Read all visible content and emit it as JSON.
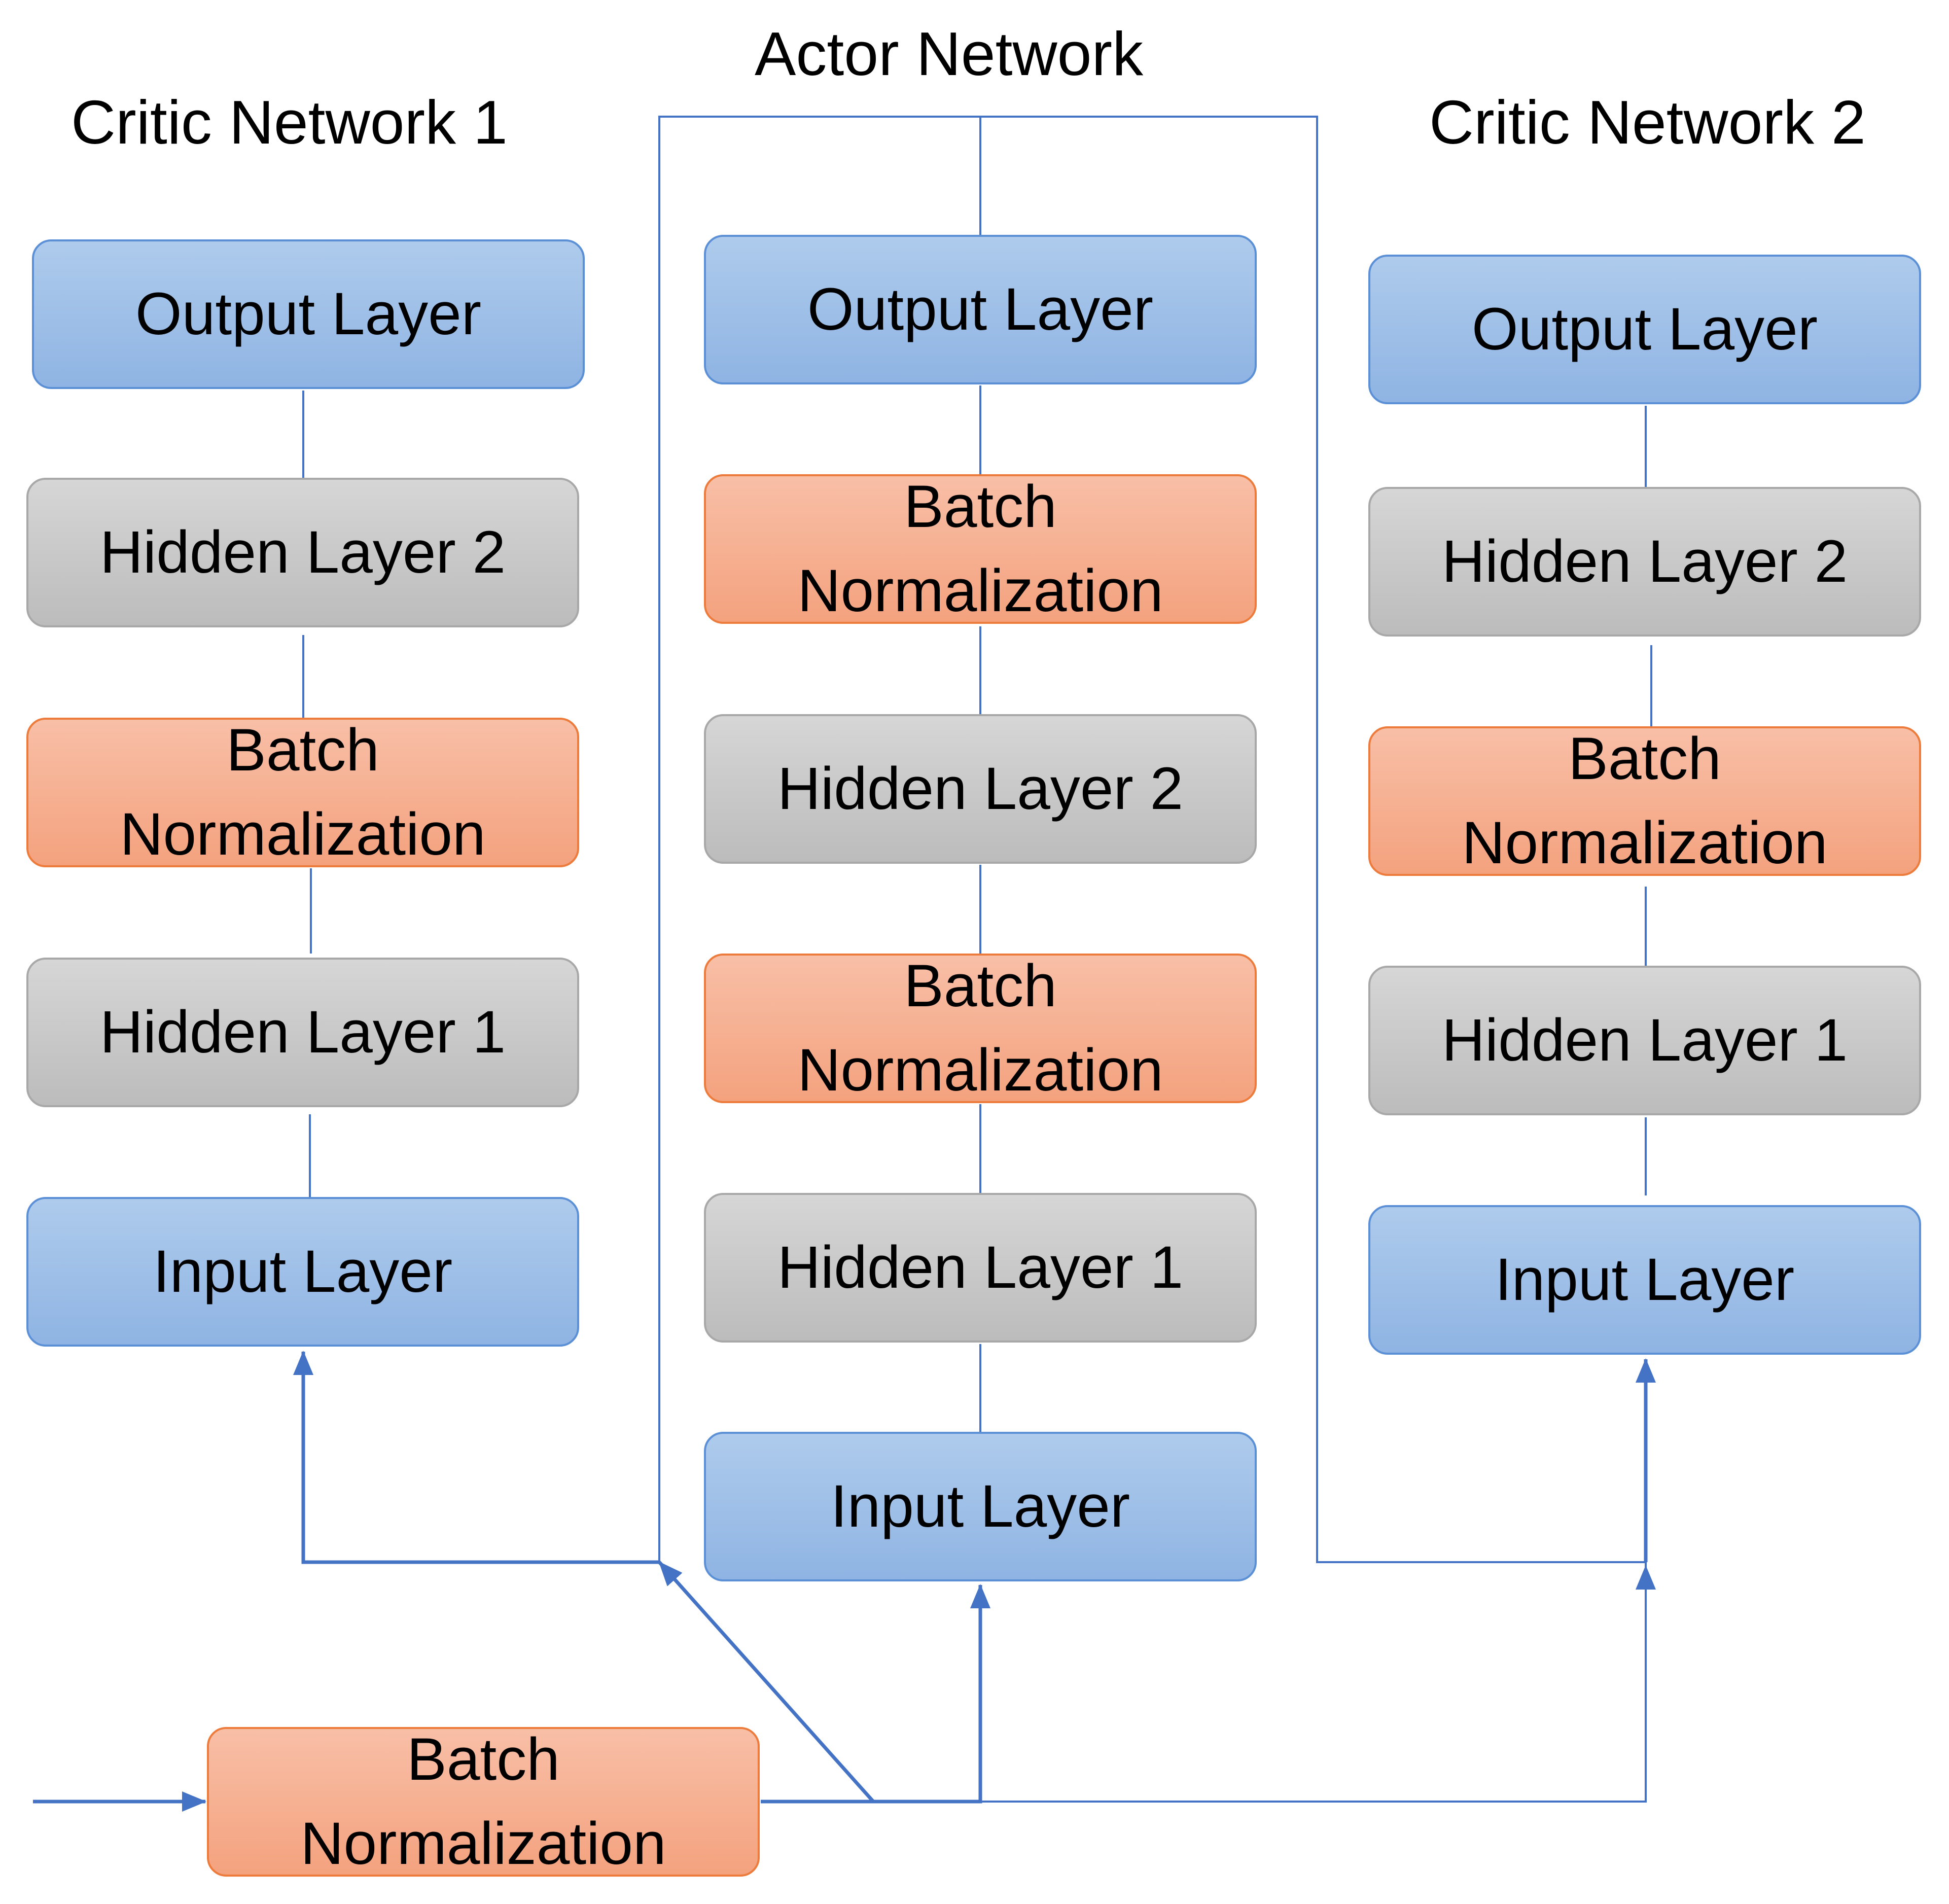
{
  "titles": {
    "critic1": "Critic Network 1",
    "actor": "Actor Network",
    "critic2": "Critic Network 2"
  },
  "critic1": {
    "output": "Output Layer",
    "hidden2": "Hidden Layer 2",
    "batchnorm": "Batch Normalization",
    "hidden1": "Hidden Layer 1",
    "input": "Input Layer"
  },
  "actor": {
    "output": "Output Layer",
    "batchnorm2": "Batch Normalization",
    "hidden2": "Hidden Layer 2",
    "batchnorm1": "Batch Normalization",
    "hidden1": "Hidden Layer 1",
    "input": "Input Layer"
  },
  "critic2": {
    "output": "Output Layer",
    "hidden2": "Hidden Layer 2",
    "batchnorm": "Batch Normalization",
    "hidden1": "Hidden Layer 1",
    "input": "Input Layer"
  },
  "input_batchnorm": "Batch Normalization",
  "colors": {
    "line": "#4472c4",
    "blue_fill": "#9dbde7",
    "gray_fill": "#c8c8c8",
    "orange_fill": "#f6b192"
  }
}
